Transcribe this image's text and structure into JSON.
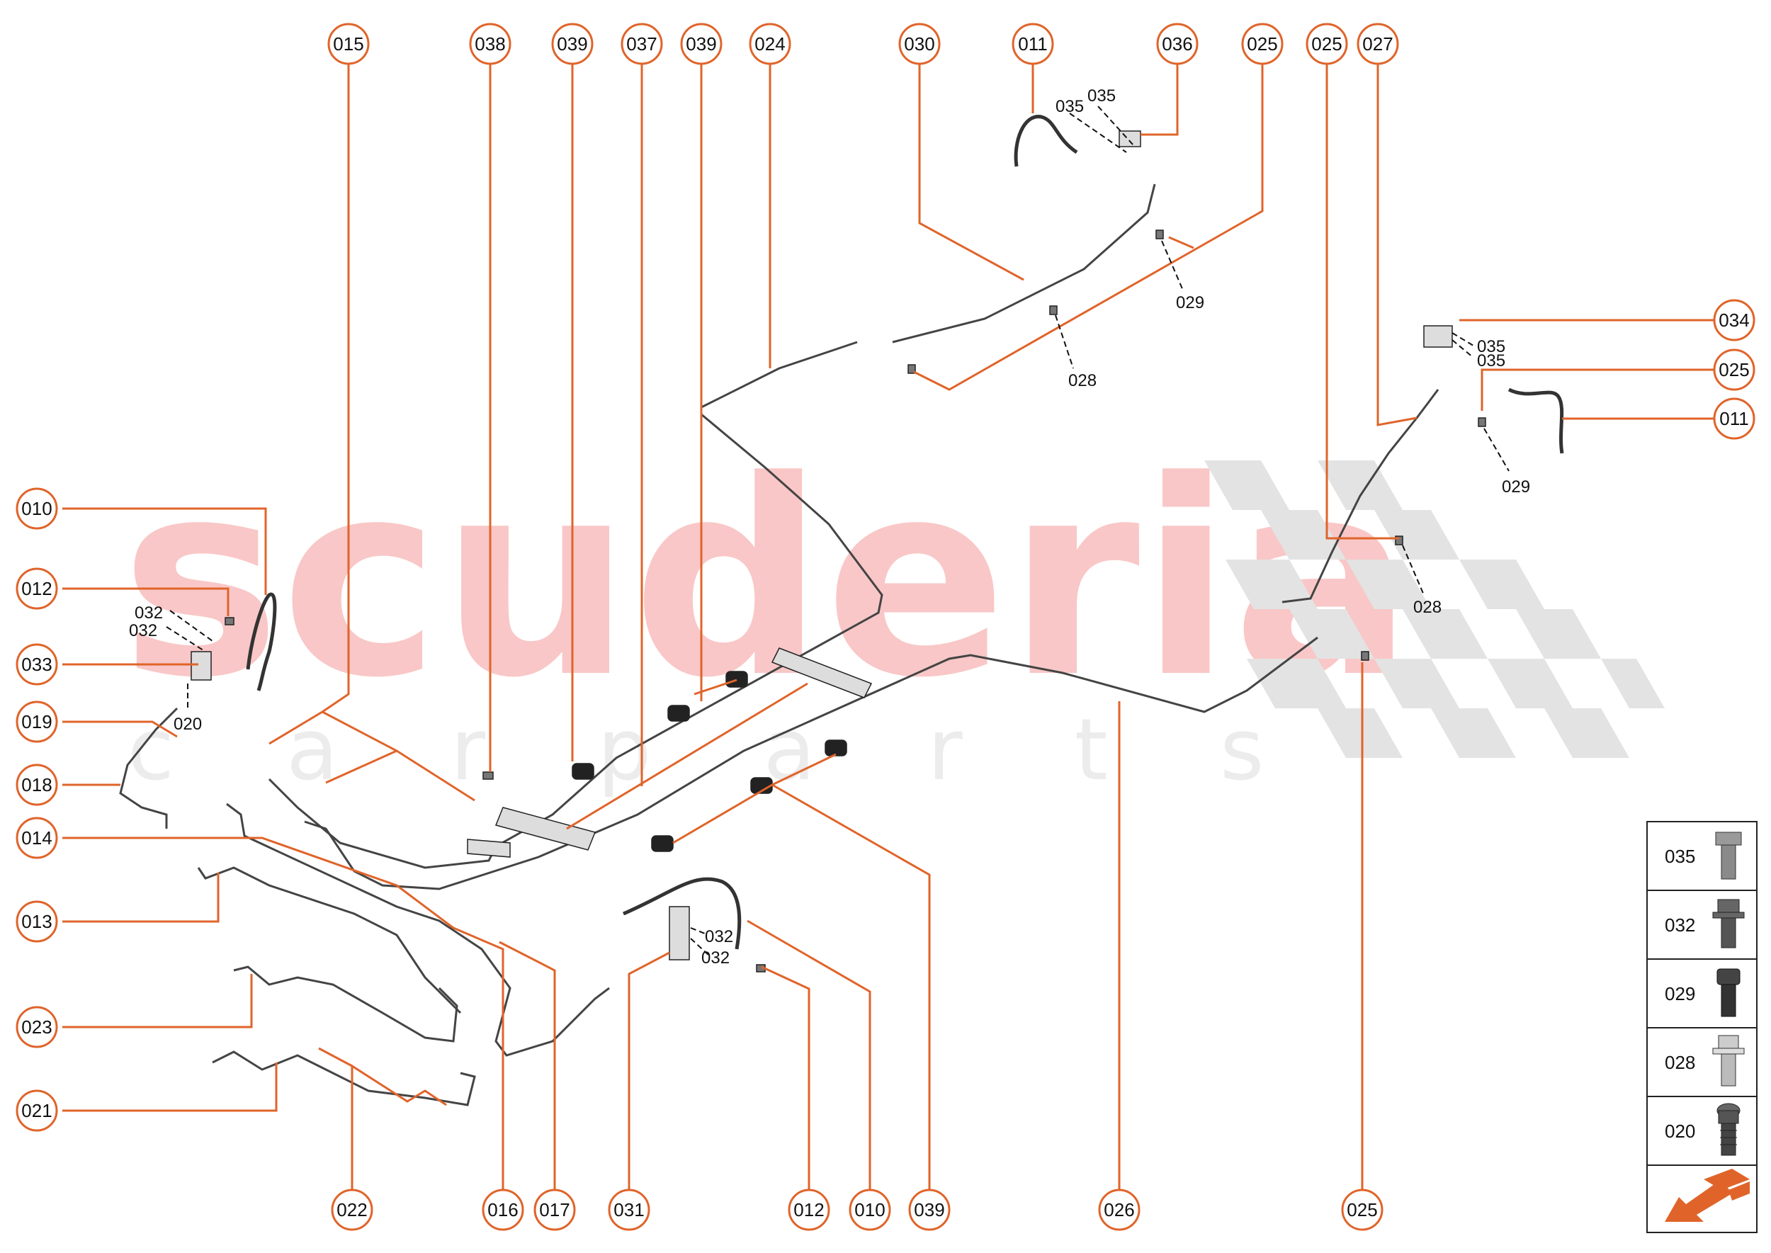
{
  "watermark": {
    "brand": "scuderia",
    "sub": "c a r p a r t s"
  },
  "callouts": {
    "top": [
      "015",
      "038",
      "039",
      "037",
      "039",
      "024",
      "030",
      "011",
      "036",
      "025",
      "025",
      "027"
    ],
    "right": [
      "034",
      "025",
      "011"
    ],
    "left": [
      "010",
      "012",
      "033",
      "019",
      "018",
      "014",
      "013",
      "023",
      "021"
    ],
    "bottom": [
      "022",
      "016",
      "017",
      "031",
      "012",
      "010",
      "039",
      "026",
      "025"
    ]
  },
  "small_labels": {
    "a035_1": "035",
    "a035_2": "035",
    "r035_1": "035",
    "r035_2": "035",
    "r029_top": "029",
    "m029": "029",
    "m028": "028",
    "r028": "028",
    "l032_1": "032",
    "l032_2": "032",
    "l020": "020",
    "c032_1": "032",
    "c032_2": "032"
  },
  "legend": {
    "items": [
      {
        "code": "035",
        "icon": "hex-bolt-short-icon"
      },
      {
        "code": "032",
        "icon": "flange-bolt-icon"
      },
      {
        "code": "029",
        "icon": "socket-head-screw-icon"
      },
      {
        "code": "028",
        "icon": "flange-bolt-light-icon"
      },
      {
        "code": "020",
        "icon": "push-clip-icon"
      }
    ],
    "direction_icon": "front-direction-arrow-icon"
  },
  "colors": {
    "leader": "#e0642a",
    "callout_border": "#e0642a",
    "line": "#444444",
    "watermark_red": "#f9c7c7",
    "watermark_gray": "#e3e3e3"
  }
}
